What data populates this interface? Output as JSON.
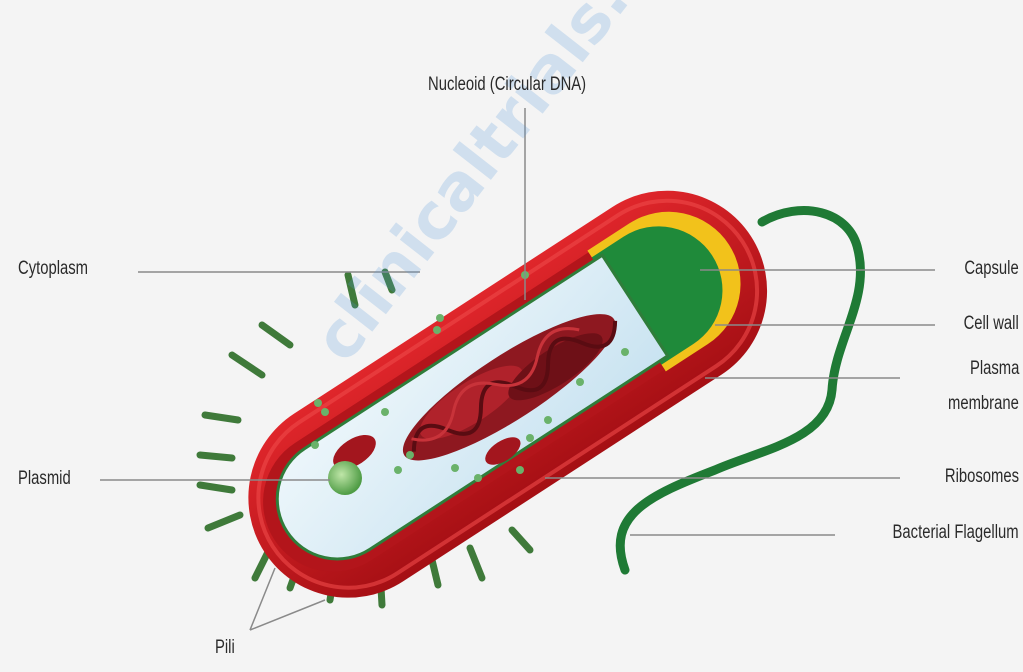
{
  "labels": {
    "nucleoid": "Nucleoid (Circular DNA)",
    "cytoplasm": "Cytoplasm",
    "plasmid": "Plasmid",
    "pili": "Pili",
    "capsule": "Capsule",
    "cell_wall": "Cell wall",
    "plasma_membrane_line1": "Plasma",
    "plasma_membrane_line2": "membrane",
    "ribosomes": "Ribosomes",
    "flagellum": "Bacterial Flagellum"
  },
  "watermark": "clinicaltrials.net",
  "colors": {
    "background": "#f4f4f4",
    "capsule": "#c8141a",
    "cell_wall": "#f2c21b",
    "plasma_membrane": "#1f8a3a",
    "cytoplasm": "#d8ecf6",
    "nucleoid": "#9b1a22",
    "ribosome": "#6ab26a",
    "pili": "#3f7a3a",
    "leader_line": "#8a8a8a"
  }
}
